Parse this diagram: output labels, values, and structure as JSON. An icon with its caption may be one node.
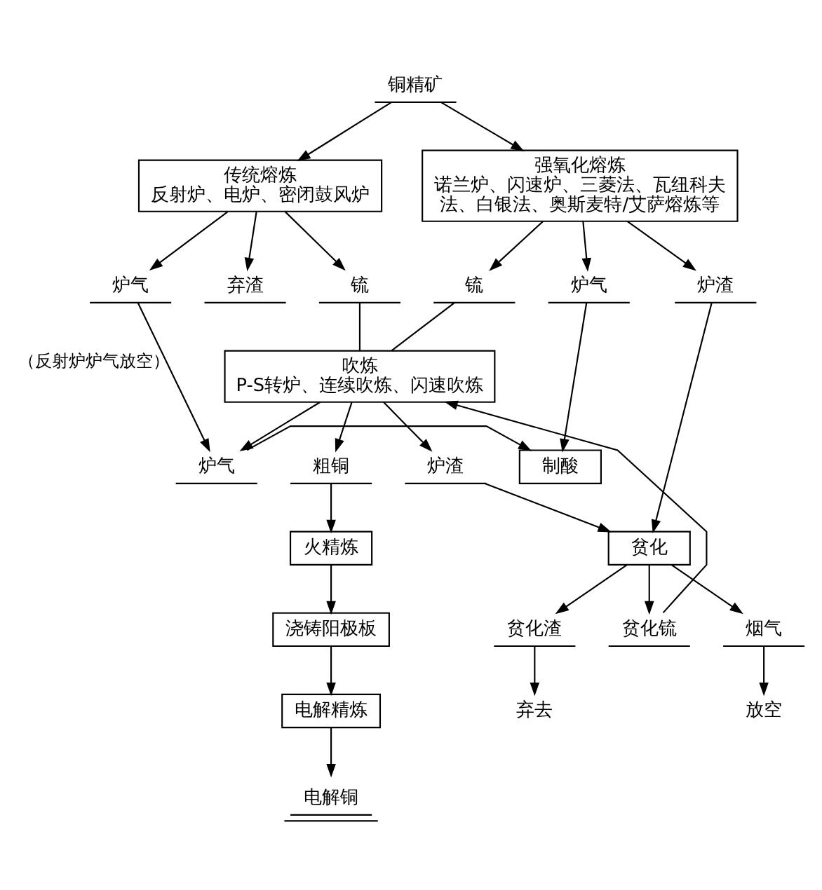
{
  "diagram": {
    "nodes": [
      {
        "text": [
          "铜精矿"
        ]
      },
      {
        "text": [
          "传统熔炼",
          "反射炉、电炉、密闭鼓风炉"
        ]
      },
      {
        "text": [
          "强氧化熔炼",
          "诺兰炉、闪速炉、三菱法、瓦纽科夫法、白银法、奥斯麦特/艾萨熔炼等"
        ]
      },
      {
        "text": [
          "炉气"
        ]
      },
      {
        "text": [
          "弃渣"
        ]
      },
      {
        "text": [
          "锍"
        ]
      },
      {
        "text": [
          "锍"
        ]
      },
      {
        "text": [
          "炉气"
        ]
      },
      {
        "text": [
          "炉渣"
        ]
      },
      {
        "text": [
          "吹炼",
          "P-S转炉、连续吹炼、闪速吹炼"
        ]
      },
      {
        "text": [
          "粗铜"
        ]
      },
      {
        "text": [
          "炉渣"
        ]
      },
      {
        "text": [
          "炉气"
        ]
      },
      {
        "text": [
          "制酸"
        ]
      },
      {
        "text": [
          "火精炼"
        ]
      },
      {
        "text": [
          "浇铸阳极板"
        ]
      },
      {
        "text": [
          "电解精炼"
        ]
      },
      {
        "text": [
          "电解铜"
        ]
      },
      {
        "text": [
          "贫化"
        ]
      },
      {
        "text": [
          "烟气"
        ]
      },
      {
        "text": [
          "贫化渣"
        ]
      },
      {
        "text": [
          "贫化锍"
        ]
      },
      {
        "text": [
          "放空"
        ]
      },
      {
        "text": [
          "弃去"
        ]
      }
    ],
    "edges": [
      {
        "from": 0,
        "to": 1,
        "arrow": "to"
      },
      {
        "from": 0,
        "to": 2,
        "arrow": "to"
      },
      {
        "from": 1,
        "to": 3,
        "arrow": "to"
      },
      {
        "from": 1,
        "to": 4,
        "arrow": "to"
      },
      {
        "from": 1,
        "to": 5,
        "arrow": "to"
      },
      {
        "from": 2,
        "to": 6,
        "arrow": "to"
      },
      {
        "from": 2,
        "to": 7,
        "arrow": "to"
      },
      {
        "from": 2,
        "to": 8,
        "arrow": "to"
      },
      {
        "from": 5,
        "to": 9,
        "arrow": "none"
      },
      {
        "from": 6,
        "to": 9,
        "arrow": "none"
      },
      {
        "from": 3,
        "to": 12,
        "arrow": "to",
        "label": "（反射炉炉气放空）"
      },
      {
        "from": 9,
        "to": 10,
        "arrow": "to"
      },
      {
        "from": 9,
        "to": 11,
        "arrow": "to"
      },
      {
        "from": 9,
        "to": 12,
        "arrow": "to"
      },
      {
        "from": 12,
        "to": 13,
        "arrow": "to"
      },
      {
        "from": 7,
        "to": 13,
        "arrow": "to"
      },
      {
        "from": 11,
        "to": 18,
        "arrow": "to"
      },
      {
        "from": 8,
        "to": 18,
        "arrow": "to"
      },
      {
        "from": 10,
        "to": 14,
        "arrow": "to"
      },
      {
        "from": 14,
        "to": 15,
        "arrow": "to"
      },
      {
        "from": 15,
        "to": 16,
        "arrow": "to"
      },
      {
        "from": 16,
        "to": 17,
        "arrow": "to"
      },
      {
        "from": 18,
        "to": 19,
        "arrow": "to"
      },
      {
        "from": 18,
        "to": 20,
        "arrow": "to"
      },
      {
        "from": 18,
        "to": 21,
        "arrow": "to"
      },
      {
        "from": 19,
        "to": 22,
        "arrow": "to"
      },
      {
        "from": 20,
        "to": 23,
        "arrow": "to"
      },
      {
        "from": 21,
        "to": 9,
        "arrow": "to"
      }
    ]
  }
}
